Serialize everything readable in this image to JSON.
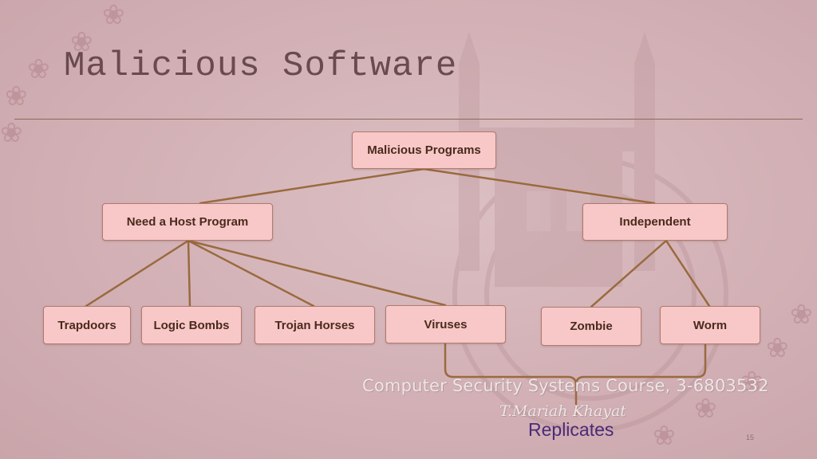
{
  "slide": {
    "title": "Malicious Software",
    "course_watermark": "Computer Security Systems Course, 3-6803532",
    "author_watermark": "T.Mariah Khayat",
    "page_number": "15"
  },
  "diagram": {
    "root": "Malicious Programs",
    "categories": [
      "Need a Host Program",
      "Independent"
    ],
    "host_program_children": [
      "Trapdoors",
      "Logic Bombs",
      "Trojan Horses",
      "Viruses"
    ],
    "independent_children": [
      "Zombie",
      "Worm"
    ],
    "bracket_label": "Replicates"
  },
  "colors": {
    "background": "#d3b2b6",
    "node_fill": "#f8c8c8",
    "node_border": "#b07a6e",
    "connector": "#9a6a3e",
    "replicates_text": "#4b2a78",
    "title_text": "#6a4a4e"
  }
}
